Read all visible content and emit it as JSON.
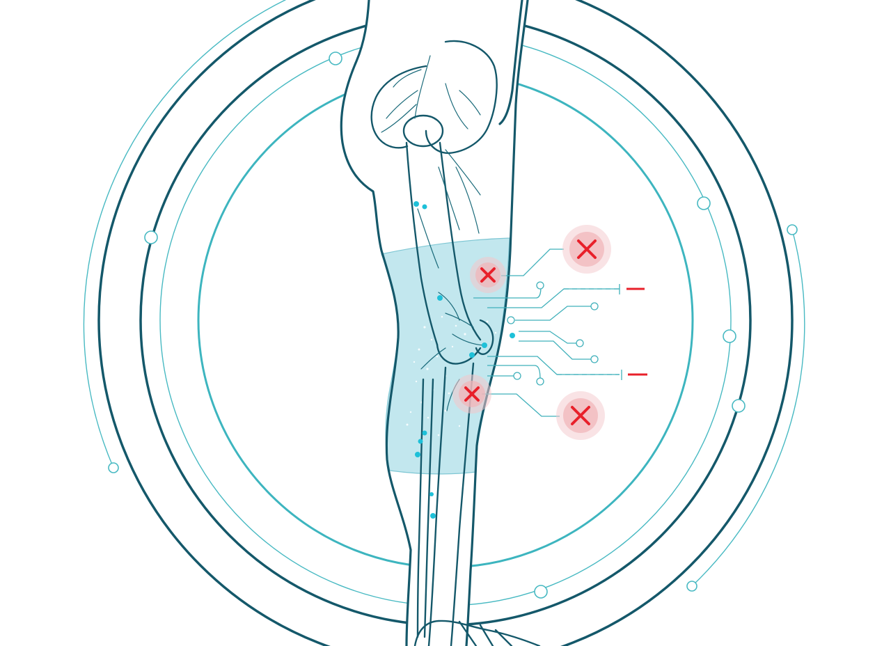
{
  "colors": {
    "dark_outline": "#14586a",
    "teal": "#3db5bf",
    "brace_fill": "#8fd3e0",
    "pain_marker": "#e8202a",
    "pain_halo": "#f4c7cb",
    "particle": "#1ec0d8"
  },
  "markers": [
    {
      "name": "pain-marker-upper-inner",
      "icon": "x-icon"
    },
    {
      "name": "pain-marker-upper-outer",
      "icon": "x-icon"
    },
    {
      "name": "pain-marker-lower-inner",
      "icon": "x-icon"
    },
    {
      "name": "pain-marker-lower-outer",
      "icon": "x-icon"
    }
  ],
  "icons": [
    "leg-anatomy-icon",
    "knee-brace-icon",
    "x-icon",
    "minus-indicator-icon"
  ]
}
